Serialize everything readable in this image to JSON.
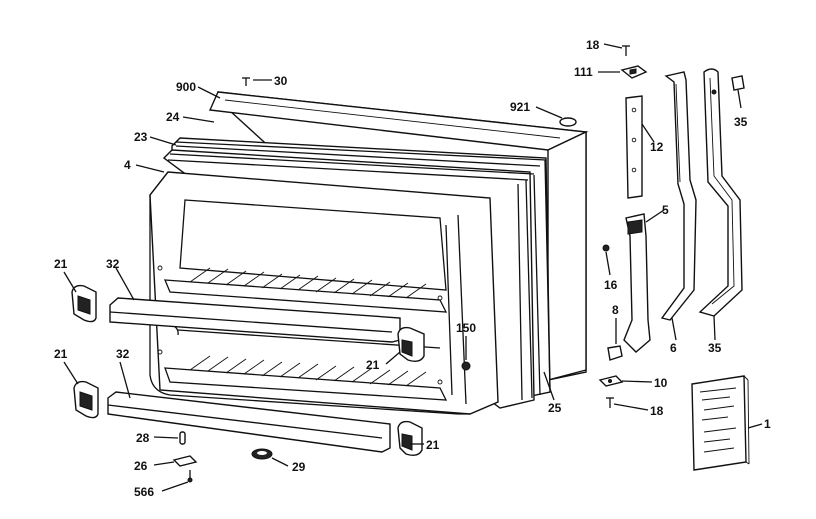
{
  "diagram": {
    "labels": [
      {
        "id": "900",
        "text": "900"
      },
      {
        "id": "30",
        "text": "30"
      },
      {
        "id": "24",
        "text": "24"
      },
      {
        "id": "23",
        "text": "23"
      },
      {
        "id": "4",
        "text": "4"
      },
      {
        "id": "921",
        "text": "921"
      },
      {
        "id": "18a",
        "text": "18"
      },
      {
        "id": "111",
        "text": "111"
      },
      {
        "id": "35a",
        "text": "35"
      },
      {
        "id": "12",
        "text": "12"
      },
      {
        "id": "5",
        "text": "5"
      },
      {
        "id": "16",
        "text": "16"
      },
      {
        "id": "21a",
        "text": "21"
      },
      {
        "id": "32a",
        "text": "32"
      },
      {
        "id": "150",
        "text": "150"
      },
      {
        "id": "21b",
        "text": "21"
      },
      {
        "id": "8",
        "text": "8"
      },
      {
        "id": "6",
        "text": "6"
      },
      {
        "id": "35b",
        "text": "35"
      },
      {
        "id": "21c",
        "text": "21"
      },
      {
        "id": "32b",
        "text": "32"
      },
      {
        "id": "10",
        "text": "10"
      },
      {
        "id": "25",
        "text": "25"
      },
      {
        "id": "18b",
        "text": "18"
      },
      {
        "id": "1",
        "text": "1"
      },
      {
        "id": "28",
        "text": "28"
      },
      {
        "id": "21d",
        "text": "21"
      },
      {
        "id": "26",
        "text": "26"
      },
      {
        "id": "29",
        "text": "29"
      },
      {
        "id": "566",
        "text": "566"
      }
    ]
  }
}
